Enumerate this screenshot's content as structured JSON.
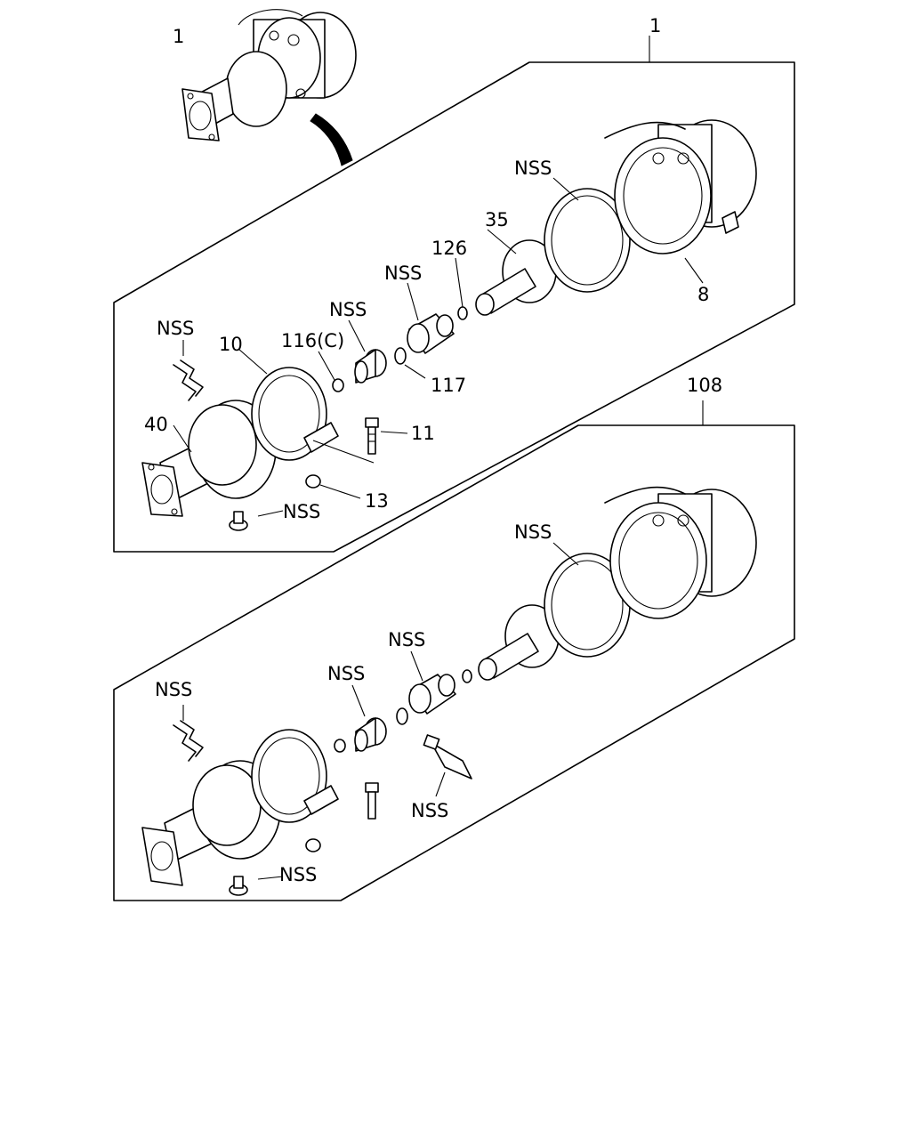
{
  "labels": {
    "assembly_1_overview": "1",
    "assembly_1_callout": "1",
    "assembly_108_callout": "108",
    "p40": "40",
    "p10": "10",
    "p116c": "116(C)",
    "p117": "117",
    "p126": "126",
    "p35": "35",
    "p8": "8",
    "p11": "11",
    "p13": "13",
    "nss_a_pipe": "NSS",
    "nss_a_bushing": "NSS",
    "nss_a_sleeve": "NSS",
    "nss_a_ring": "NSS",
    "nss_a_screw": "NSS",
    "nss_b_pipe": "NSS",
    "nss_b_bushing": "NSS",
    "nss_b_sleeve": "NSS",
    "nss_b_ring": "NSS",
    "nss_b_tool": "NSS",
    "nss_b_screw": "NSS"
  },
  "colors": {
    "line": "#000000",
    "background": "#ffffff"
  }
}
